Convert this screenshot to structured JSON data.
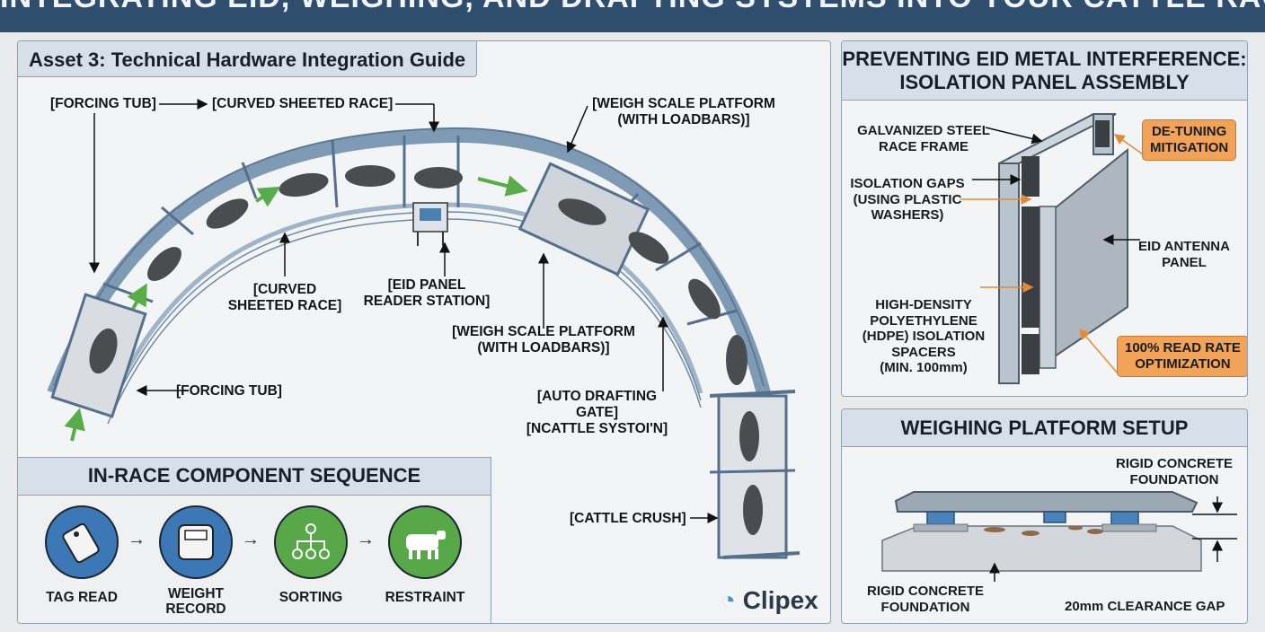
{
  "header": {
    "title": "INTEGRATING EID, WEIGHING, AND DRAFTING SYSTEMS INTO YOUR CATTLE RACE"
  },
  "main": {
    "asset_title": "Asset 3: Technical Hardware Integration Guide",
    "labels": {
      "forcing_tub_top": "[FORCING TUB]",
      "curved_race_top": "[CURVED SHEETED RACE]",
      "weigh_top_1": "[WEIGH SCALE PLATFORM",
      "weigh_top_2": "(WITH LOADBARS)]",
      "curved_race_mid_1": "[CURVED",
      "curved_race_mid_2": "SHEETED RACE]",
      "eid_panel_1": "[EID PANEL",
      "eid_panel_2": "READER STATION]",
      "weigh_mid_1": "[WEIGH SCALE PLATFORM",
      "weigh_mid_2": "(WITH LOADBARS)]",
      "forcing_tub_bottom": "[FORCING TUB]",
      "auto_draft_1": "[AUTO DRAFTING",
      "auto_draft_2": "GATE]",
      "auto_draft_3": "[NCATTLE SYSTOI'N]",
      "cattle_crush": "[CATTLE CRUSH]"
    },
    "sequence": {
      "title": "IN-RACE COMPONENT SEQUENCE",
      "steps": [
        {
          "label": "TAG READ",
          "icon": "tag-icon",
          "color": "#3c78b5"
        },
        {
          "label": "WEIGHT RECORD",
          "label_1": "WEIGHT",
          "label_2": "RECORD",
          "icon": "scale-icon",
          "color": "#3c78b5"
        },
        {
          "label": "SORTING",
          "icon": "sorting-tree-icon",
          "color": "#58a84a"
        },
        {
          "label": "RESTRAINT",
          "icon": "cow-icon",
          "color": "#58a84a"
        }
      ]
    },
    "logo": "Clipex"
  },
  "interference": {
    "title_1": "PREVENTING EID METAL INTERFERENCE:",
    "title_2": "ISOLATION PANEL ASSEMBLY",
    "frame_1": "GALVANIZED STEEL",
    "frame_2": "RACE FRAME",
    "gaps_1": "ISOLATION GAPS",
    "gaps_2": "(USING PLASTIC",
    "gaps_3": "WASHERS)",
    "hdpe_1": "HIGH-DENSITY",
    "hdpe_2": "POLYETHYLENE",
    "hdpe_3": "(HDPE) ISOLATION",
    "hdpe_4": "SPACERS",
    "hdpe_5": "(MIN. 100mm)",
    "antenna_1": "EID ANTENNA",
    "antenna_2": "PANEL",
    "detuning_1": "DE-TUNING",
    "detuning_2": "MITIGATION",
    "readrate_1": "100% READ RATE",
    "readrate_2": "OPTIMIZATION"
  },
  "weighing": {
    "title": "WEIGHING PLATFORM SETUP",
    "top_label_1": "RIGID CONCRETE",
    "top_label_2": "FOUNDATION",
    "bottom_label_1": "RIGID CONCRETE",
    "bottom_label_2": "FOUNDATION",
    "gap_label": "20mm CLEARANCE GAP"
  },
  "colors": {
    "header_bg": "#2f4e6e",
    "panel_header": "#d7e0ea",
    "accent_orange": "#f2a35a",
    "green_arrow": "#5aab4a",
    "blue_circle": "#3c78b5",
    "green_circle": "#58a84a"
  }
}
